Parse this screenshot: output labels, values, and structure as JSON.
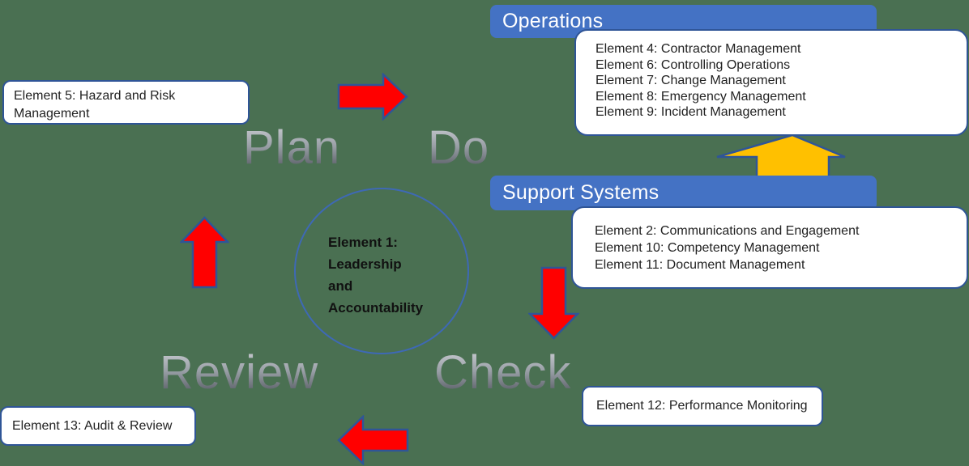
{
  "cycle": {
    "plan": "Plan",
    "do": "Do",
    "check": "Check",
    "review": "Review"
  },
  "center_circle": {
    "lines": [
      "Element 1:",
      "Leadership",
      "and",
      "Accountability"
    ]
  },
  "operations": {
    "title": "Operations",
    "items": [
      "Element 4: Contractor Management",
      "Element 6: Controlling Operations",
      "Element 7: Change Management",
      "Element 8: Emergency Management",
      "Element 9: Incident Management"
    ]
  },
  "support_systems": {
    "title": "Support Systems",
    "items": [
      "Element 2: Communications and Engagement",
      "Element 10: Competency Management",
      "Element 11: Document Management"
    ]
  },
  "boxes": {
    "hazard": "Element 5: Hazard and Risk Management",
    "audit": "Element 13: Audit & Review",
    "performance": "Element 12: Performance Monitoring"
  },
  "colors": {
    "background": "#4A7052",
    "office_blue": "#4472C4",
    "shape_border_blue": "#2F5597",
    "arrow_red": "#FF0000",
    "arrow_yellow": "#FFC000",
    "word_gradient_top": "#C3C6CC",
    "word_gradient_bottom": "#555A62",
    "text_dark": "#262626"
  }
}
